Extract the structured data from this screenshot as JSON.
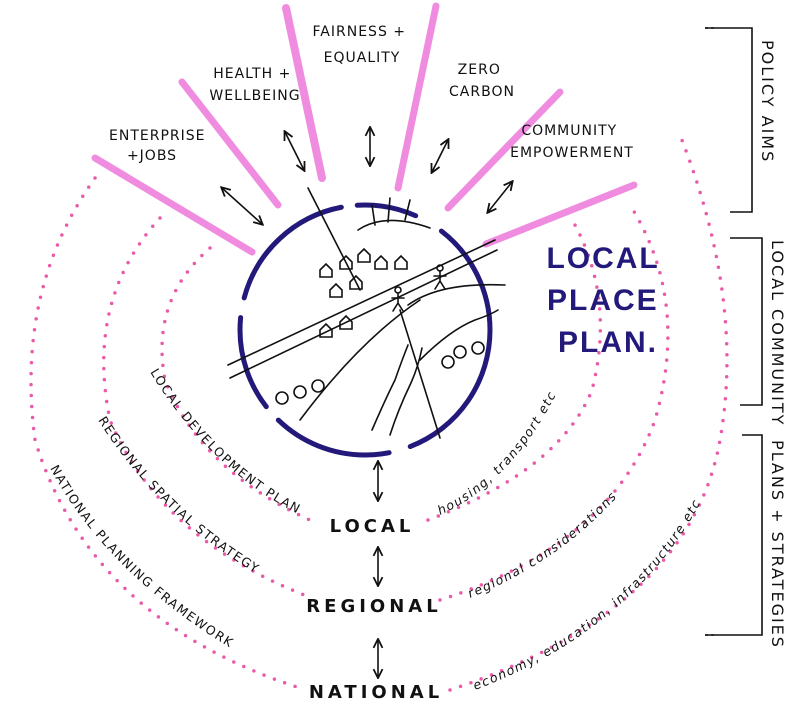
{
  "title_lines": [
    "LOCAL",
    "PLACE",
    "PLAN."
  ],
  "policy_aims": [
    {
      "lines": [
        "ENTERPRISE",
        "+JOBS"
      ]
    },
    {
      "lines": [
        "HEALTH +",
        "WELLBEING"
      ]
    },
    {
      "lines": [
        "FAIRNESS +",
        "EQUALITY"
      ]
    },
    {
      "lines": [
        "ZERO",
        "CARBON"
      ]
    },
    {
      "lines": [
        "COMMUNITY",
        "EMPOWERMENT"
      ]
    }
  ],
  "scales": {
    "local": "LOCAL",
    "regional": "REGIONAL",
    "national": "NATIONAL"
  },
  "left_arcs": {
    "local": "LOCAL DEVELOPMENT PLAN",
    "regional": "REGIONAL SPATIAL STRATEGY",
    "national": "NATIONAL PLANNING FRAMEWORK"
  },
  "right_arcs": {
    "local": "housing, transport etc",
    "regional": "regional considerations",
    "national": "economy, education, infrastructure etc"
  },
  "brackets": {
    "policy": "POLICY AIMS",
    "community": "LOCAL COMMUNITY",
    "plans": "PLANS + STRATEGIES"
  },
  "colors": {
    "ring": "#22197a",
    "rays": "#f08ce0",
    "dots": "#ea5aa8",
    "ink": "#111111"
  }
}
